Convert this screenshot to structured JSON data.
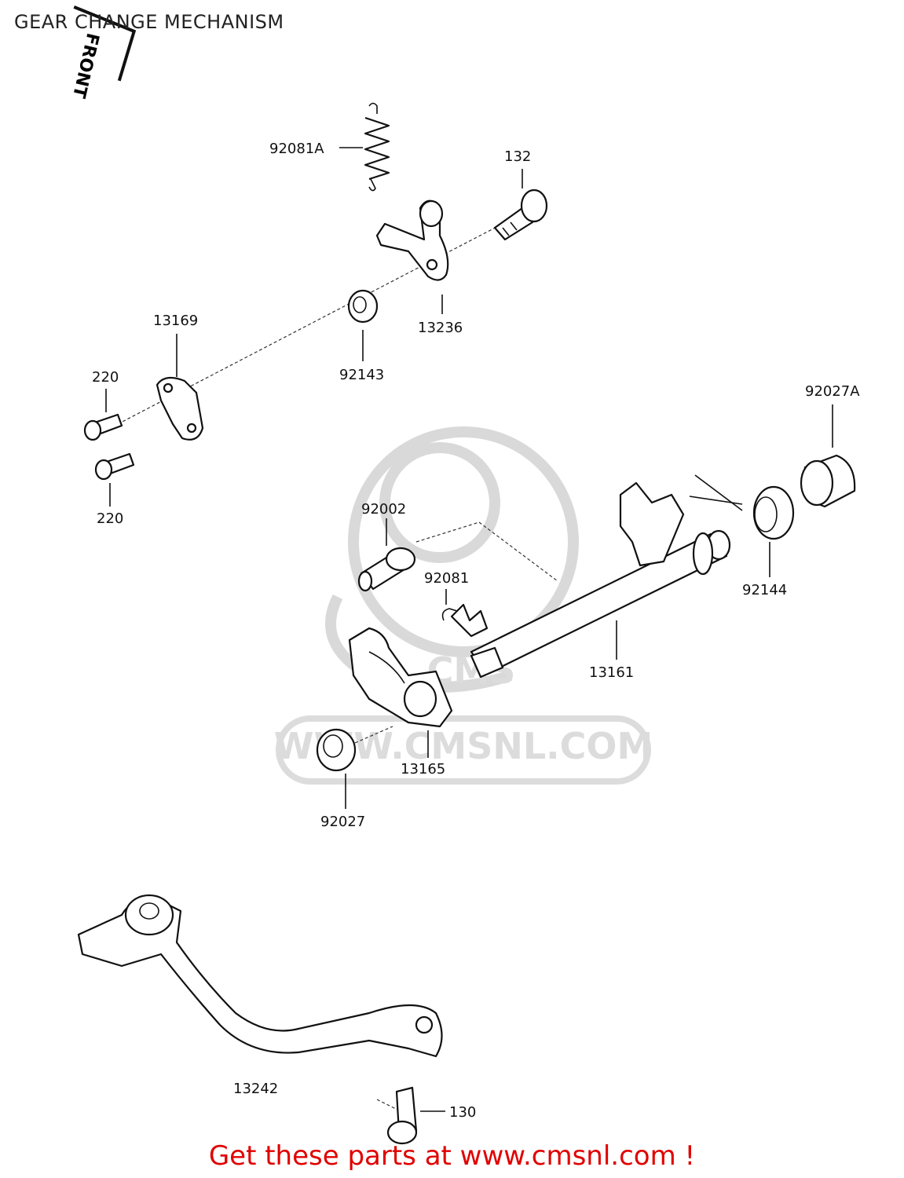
{
  "title": "GEAR CHANGE MECHANISM",
  "stamp": "FRONT",
  "watermark": "WWW.CMSNL.COM",
  "footer": {
    "text": "Get these parts at www.cmsnl.com !",
    "color": "#e00000"
  },
  "labels": {
    "p92081A": "92081A",
    "p132": "132",
    "p13236": "13236",
    "p92143": "92143",
    "p13169": "13169",
    "p220a": "220",
    "p220b": "220",
    "p92027A": "92027A",
    "p92002": "92002",
    "p92081": "92081",
    "p92144": "92144",
    "p13161": "13161",
    "p13165": "13165",
    "p92027": "92027",
    "p13242": "13242",
    "p130": "130"
  }
}
